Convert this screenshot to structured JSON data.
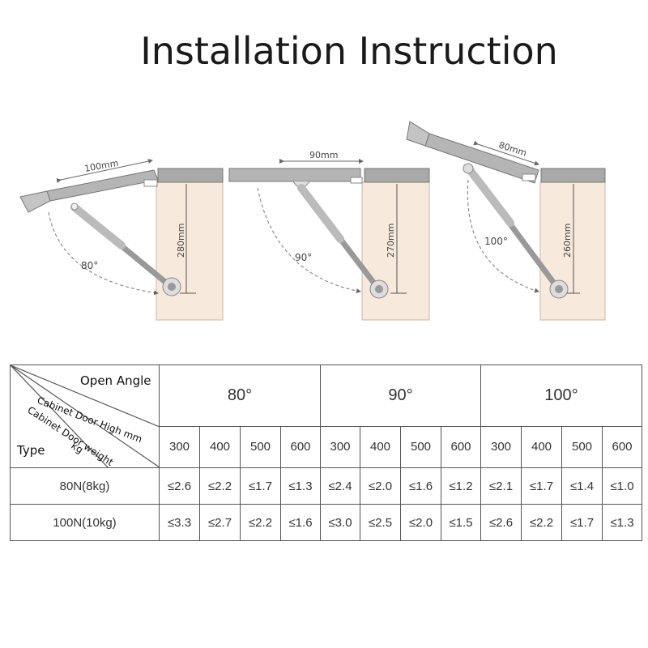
{
  "title": "Installation Instruction",
  "diagrams": [
    {
      "width_label": "100mm",
      "height_label": "280mm",
      "angle_label": "80°"
    },
    {
      "width_label": "90mm",
      "height_label": "270mm",
      "angle_label": "90°"
    },
    {
      "width_label": "80mm",
      "height_label": "260mm",
      "angle_label": "100°"
    }
  ],
  "table": {
    "corner": {
      "open_angle": "Open Angle",
      "door_high": "Cabinet Door High mm",
      "door_weight": "Cabinet Door weight",
      "unit_kg": "kg",
      "type": "Type"
    },
    "angles": [
      "80°",
      "90°",
      "100°"
    ],
    "heights": [
      "300",
      "400",
      "500",
      "600",
      "300",
      "400",
      "500",
      "600",
      "300",
      "400",
      "500",
      "600"
    ],
    "rows": [
      {
        "type": "80N(8kg)",
        "values": [
          "≤2.6",
          "≤2.2",
          "≤1.7",
          "≤1.3",
          "≤2.4",
          "≤2.0",
          "≤1.6",
          "≤1.2",
          "≤2.1",
          "≤1.7",
          "≤1.4",
          "≤1.0"
        ]
      },
      {
        "type": "100N(10kg)",
        "values": [
          "≤3.3",
          "≤2.7",
          "≤2.2",
          "≤1.6",
          "≤3.0",
          "≤2.5",
          "≤2.0",
          "≤1.5",
          "≤2.6",
          "≤2.2",
          "≤1.7",
          "≤1.3"
        ]
      }
    ]
  }
}
